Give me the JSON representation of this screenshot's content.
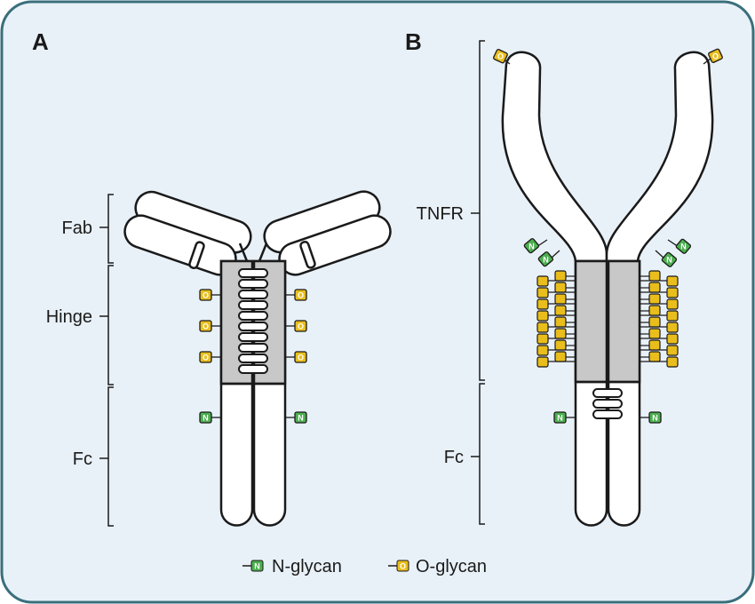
{
  "panels": [
    {
      "label": "A",
      "regions": {
        "fab": "Fab",
        "hinge": "Hinge",
        "fc": "Fc"
      }
    },
    {
      "label": "B",
      "regions": {
        "tnfr": "TNFR",
        "fc": "Fc"
      }
    }
  ],
  "legend": {
    "n_glycan": {
      "symbol": "N",
      "label": "N-glycan"
    },
    "o_glycan": {
      "symbol": "O",
      "label": "O-glycan"
    }
  },
  "colors": {
    "background": "#e9f1f8",
    "frame": "#3a6f7c",
    "outline": "#1a1a1a",
    "hinge_fill": "#c8c8c8",
    "n_glycan": "#4caf4f",
    "o_glycan": "#e9be1c"
  }
}
